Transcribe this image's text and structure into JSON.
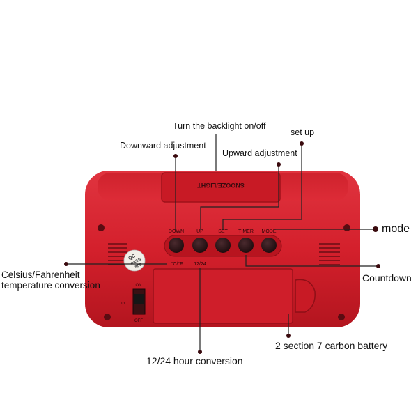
{
  "product": {
    "top_slot_label": "SNOOZE/LIGHT",
    "button_labels": [
      "DOWN",
      "UP",
      "SET",
      "TIMER",
      "MODE"
    ],
    "lower_labels": {
      "temp": "°C/°F",
      "hour": "12/24"
    },
    "switch": {
      "on": "ON",
      "off": "OFF",
      "side": "S"
    },
    "qc_sticker": [
      "QC",
      "PASS",
      "808"
    ]
  },
  "callouts": {
    "backlight": "Turn the backlight on/off",
    "downward": "Downward adjustment",
    "upward": "Upward adjustment",
    "setup": "set up",
    "mode": "mode",
    "celsius_line1": "Celsius/Fahrenheit",
    "celsius_line2": "temperature conversion",
    "countdown": "Countdown",
    "battery": "2 section 7 carbon battery",
    "hour": "12/24 hour conversion"
  },
  "colors": {
    "body": "#d4202c",
    "body_dark": "#a8141d",
    "button": "#2a1417",
    "leader": "#222222"
  }
}
